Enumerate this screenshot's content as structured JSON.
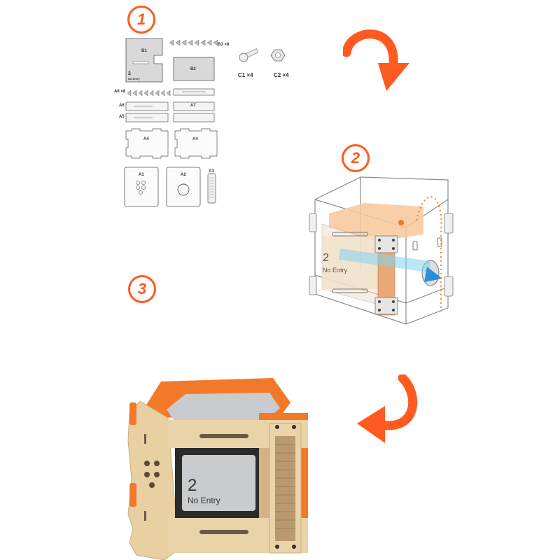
{
  "steps": [
    {
      "number": "1"
    },
    {
      "number": "2"
    },
    {
      "number": "3"
    }
  ],
  "parts": {
    "b1": "B1",
    "b1_sub_num": "2",
    "b1_sub_text": "No Entry",
    "b2": "B2",
    "b3": "B3 ×8",
    "c1": "C1 ×4",
    "c2": "C2 ×4",
    "a6": "A6 ×8",
    "a6_row": "A6",
    "a5": "A5",
    "a7": "A7",
    "a4_left": "A4",
    "a4_right": "A4",
    "a1": "A1",
    "a2": "A2",
    "a3": "A3"
  },
  "step2": {
    "sign_num": "2",
    "sign_text": "No Entry"
  },
  "step3": {
    "sign_num": "2",
    "sign_text": "No Entry"
  },
  "colors": {
    "accent": "#ff5a1f",
    "wood": "#ead3a8",
    "felt": "#c9cbce"
  }
}
